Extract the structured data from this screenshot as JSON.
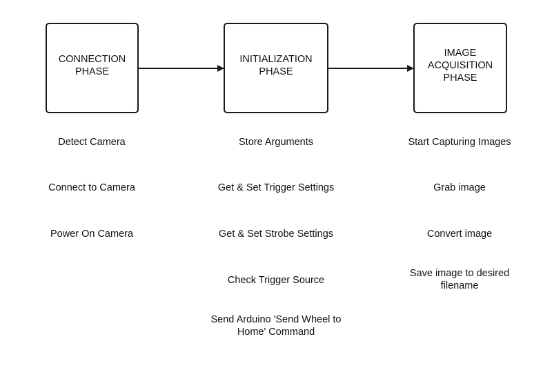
{
  "phases": [
    {
      "title": "CONNECTION\nPHASE",
      "steps": [
        "Detect Camera",
        "Connect to Camera",
        "Power On Camera"
      ]
    },
    {
      "title": "INITIALIZATION\nPHASE",
      "steps": [
        "Store Arguments",
        "Get & Set Trigger Settings",
        "Get & Set Strobe Settings",
        "Check Trigger Source",
        "Send Arduino 'Send Wheel to Home' Command"
      ]
    },
    {
      "title": "IMAGE\nACQUISITION\nPHASE",
      "steps": [
        "Start Capturing Images",
        "Grab image",
        "Convert image",
        "Save image to desired filename"
      ]
    }
  ],
  "colors": {
    "stroke": "#1a1a1a",
    "text": "#111111",
    "background": "#ffffff"
  }
}
